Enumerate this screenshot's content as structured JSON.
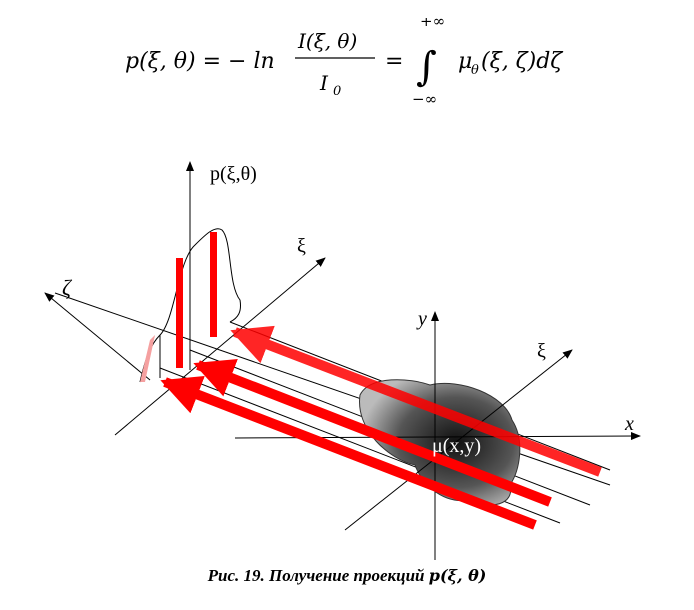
{
  "formula": {
    "lhs": "p(ξ, θ) = − ln",
    "numerator": "I(ξ, θ)",
    "denominator": "I",
    "denominator_sub": "0",
    "equals": "=",
    "upper_limit": "+∞",
    "lower_limit": "−∞",
    "integral": "∫",
    "integrand": "μ",
    "integrand_sub": "θ",
    "integrand_rest": "(ξ, ζ)dζ"
  },
  "figure": {
    "label_p": "p(ξ,θ)",
    "label_xi_left": "ξ",
    "label_zeta": "ζ",
    "label_y": "y",
    "label_xi_right": "ξ",
    "label_x": "x",
    "label_mu": "μ(x,y)",
    "colors": {
      "ray": "#ff0000",
      "object": "#555555"
    }
  },
  "caption": {
    "text": "Рис. 19. Получение проекций ",
    "formula": "p(ξ, θ)"
  }
}
